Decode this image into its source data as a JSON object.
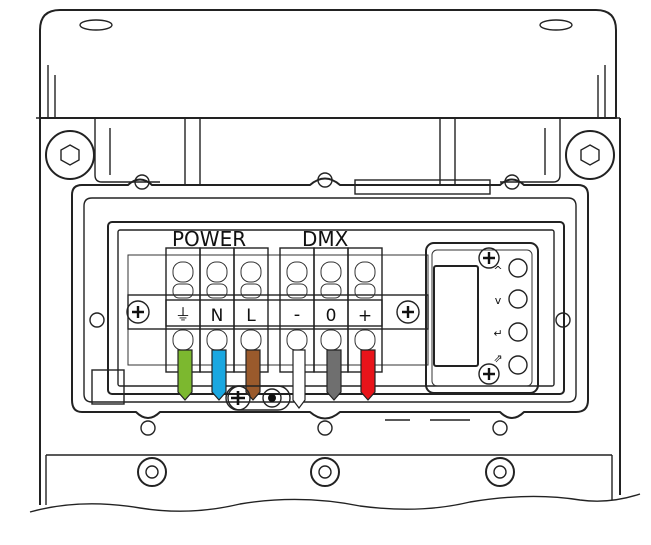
{
  "labels": {
    "power": "POWER",
    "dmx": "DMX",
    "earth_symbol": "⏚",
    "neutral": "N",
    "live": "L",
    "dmx_minus": "-",
    "dmx_zero": "0",
    "dmx_plus": "+"
  },
  "panel_buttons": {
    "up": "^",
    "down": "v",
    "enter": "↵",
    "mode": "⇗"
  },
  "colors": {
    "earth_wire": "#7cb82f",
    "neutral_wire": "#1aa7e0",
    "live_wire": "#9a5a2c",
    "dmx_minus_wire": "#ffffff",
    "dmx_zero_wire": "#6f6f6f",
    "dmx_plus_wire": "#e8141a"
  }
}
